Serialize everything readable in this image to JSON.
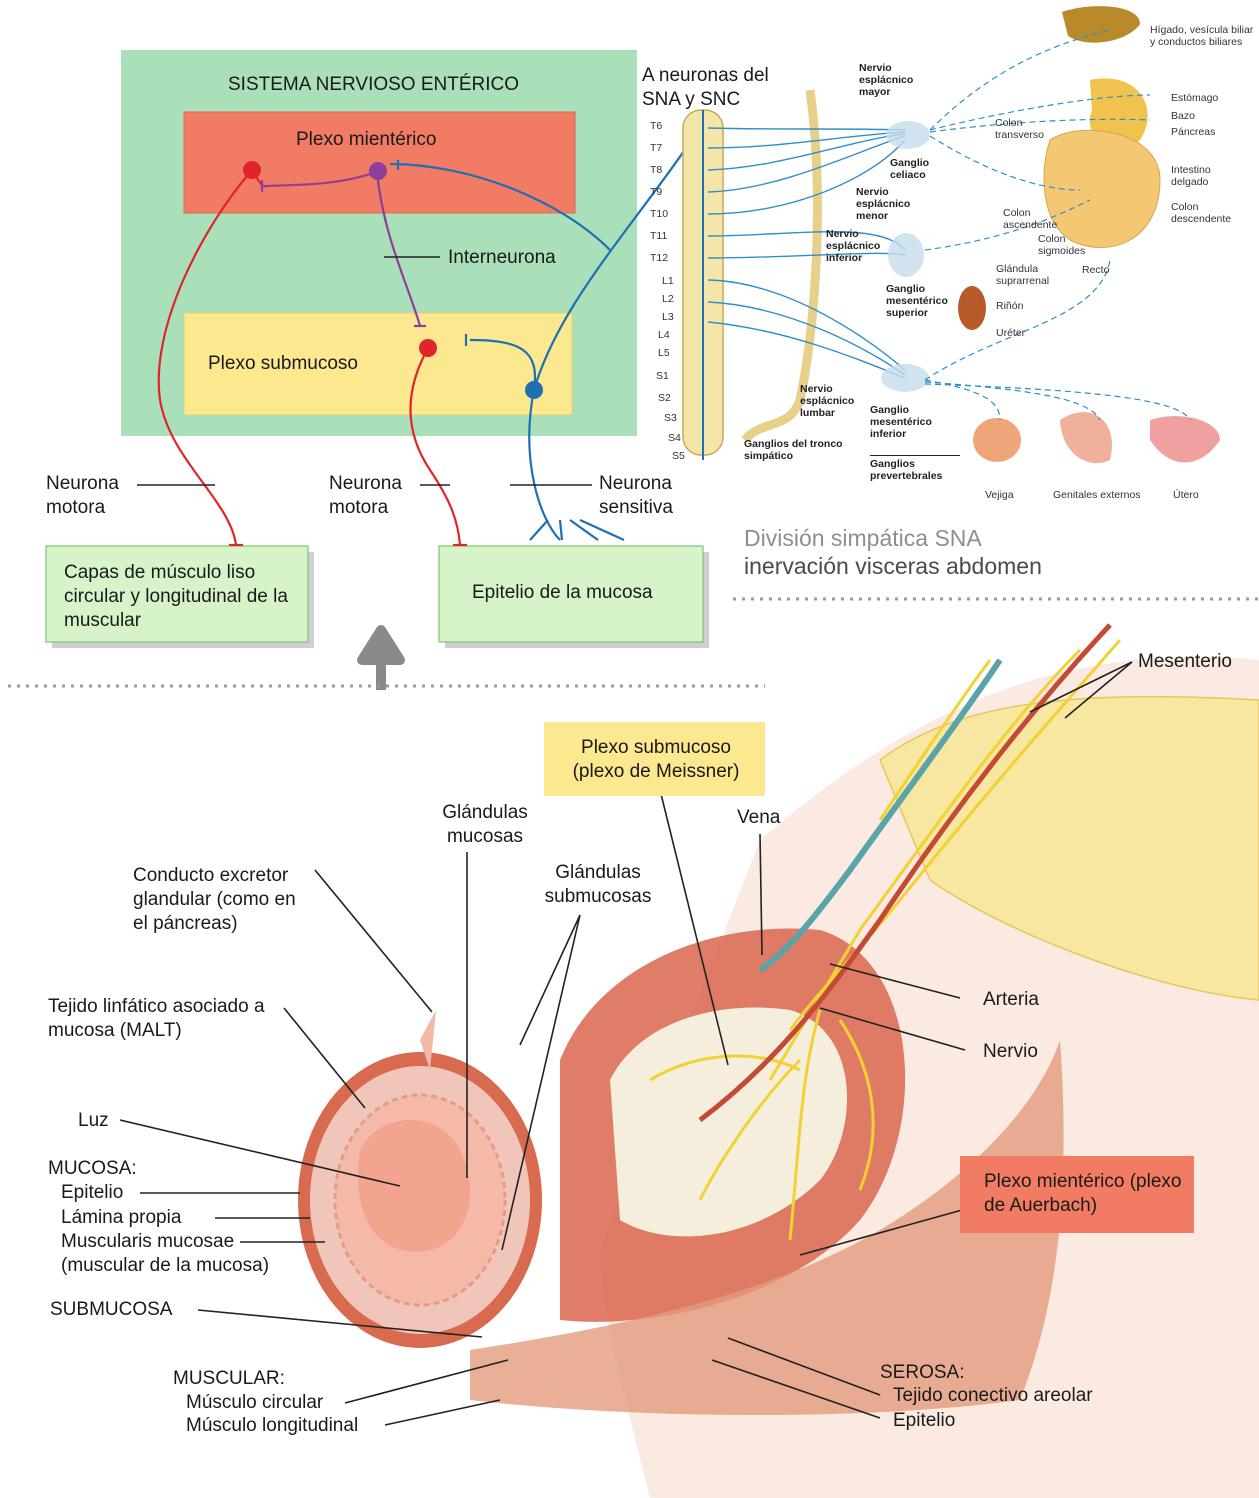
{
  "enteric": {
    "title": "SISTEMA NERVIOSO ENTÉRICO",
    "myenteric_plexus": "Plexo mientérico",
    "submucosal_plexus": "Plexo submucoso",
    "interneuron": "Interneurona",
    "from_ans": "A neuronas del SNA y SNC",
    "motor_neuron_1": "Neurona motora",
    "motor_neuron_2": "Neurona motora",
    "sensory_neuron": "Neurona sensitiva",
    "smooth_muscle_box": "Capas de músculo liso circular y longitudinal de la muscular",
    "epithelium_box": "Epitelio de la mucosa",
    "colors": {
      "red": "#e0242b",
      "blue": "#1f6fb5",
      "purple": "#8e3f99",
      "green": "#a9dfb9",
      "salmon": "#f27b63",
      "yellow": "#fbe88f"
    }
  },
  "sympathetic": {
    "spinal_levels": [
      "T6",
      "T7",
      "T8",
      "T9",
      "T10",
      "T11",
      "T12",
      "L1",
      "L2",
      "L3",
      "L4",
      "L5",
      "S1",
      "S2",
      "S3",
      "S4",
      "S5"
    ],
    "n_espl_mayor": "Nervio esplácnico mayor",
    "ganglio_celiaco": "Ganglio celiaco",
    "n_espl_menor": "Nervio esplácnico menor",
    "n_espl_inferior": "Nervio esplácnico inferior",
    "ganglio_mes_sup": "Ganglio mesentérico superior",
    "n_espl_lumbar": "Nervio esplácnico lumbar",
    "ganglio_mes_inf": "Ganglio mesentérico inferior",
    "ganglios_prevert": "Ganglios prevertebrales",
    "ganglios_tronco": "Ganglios del tronco simpático",
    "higado": "Hígado, vesícula biliar y conductos biliares",
    "estomago": "Estómago",
    "bazo": "Bazo",
    "pancreas": "Páncreas",
    "colon_transverso": "Colon transverso",
    "intestino_delgado": "Intestino delgado",
    "colon_descendente": "Colon descendente",
    "colon_ascendente": "Colon ascendente",
    "colon_sigmoides": "Colon sigmoides",
    "recto": "Recto",
    "glandula_suprarrenal": "Glándula suprarrenal",
    "rinon": "Riñón",
    "ureter": "Uréter",
    "vejiga": "Vejiga",
    "genitales": "Genitales externos",
    "utero": "Útero",
    "caption_1": "División simpática SNA",
    "caption_2": "inervación visceras abdomen"
  },
  "gut": {
    "mesenterio": "Mesenterio",
    "plexo_submucoso": "Plexo submucoso (plexo de Meissner)",
    "vena": "Vena",
    "glandulas_mucosas": "Glándulas mucosas",
    "glandulas_submucosas": "Glándulas submucosas",
    "conducto_excretor": "Conducto excretor glandular (como en el páncreas)",
    "malt": "Tejido linfático asociado a mucosa (MALT)",
    "luz": "Luz",
    "mucosa": "MUCOSA:",
    "epitelio": "Epitelio",
    "lamina_propia": "Lámina propia",
    "muscularis_mucosae": "Muscularis mucosae (muscular de la mucosa)",
    "submucosa": "SUBMUCOSA",
    "muscular": "MUSCULAR:",
    "musculo_circular": "Músculo circular",
    "musculo_longitudinal": "Músculo longitudinal",
    "arteria": "Arteria",
    "nervio": "Nervio",
    "plexo_mienterico": "Plexo mientérico (plexo de Auerbach)",
    "serosa": "SEROSA:",
    "tejido_conectivo": "Tejido conectivo areolar",
    "serosa_epitelio": "Epitelio"
  }
}
